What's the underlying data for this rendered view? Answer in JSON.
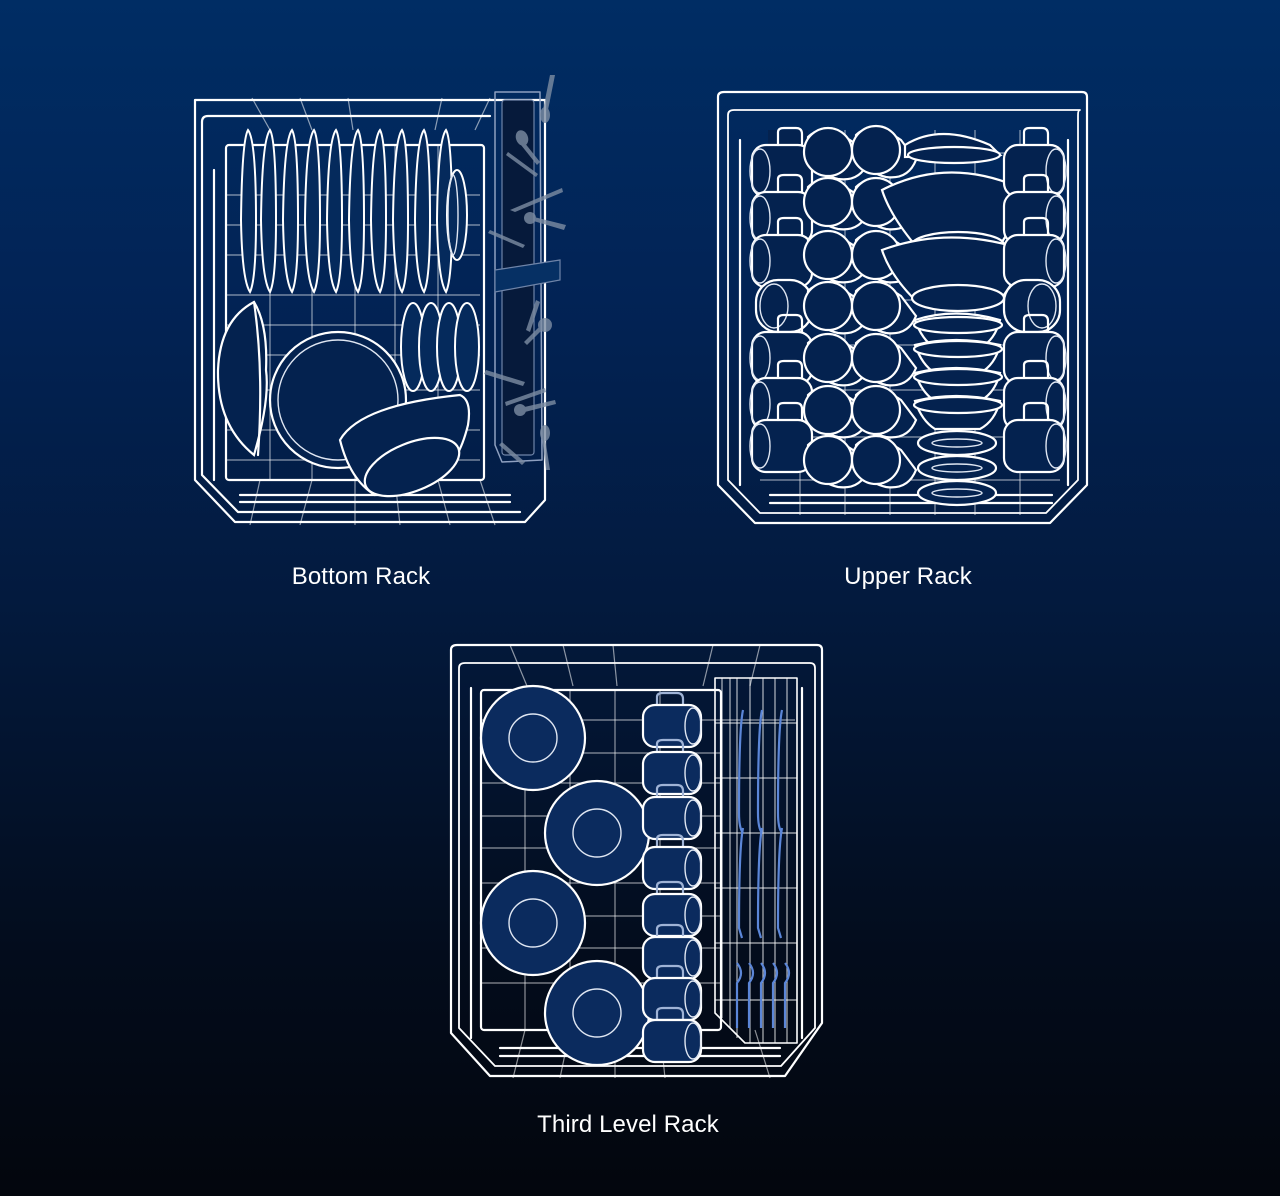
{
  "colors": {
    "background_top": "#002d64",
    "background_bottom": "#03060d",
    "line": "#ffffff",
    "dish_fill": "#04224f",
    "utensil": "#7d8da3"
  },
  "racks": [
    {
      "id": "bottom",
      "label": "Bottom Rack"
    },
    {
      "id": "upper",
      "label": "Upper Rack"
    },
    {
      "id": "third",
      "label": "Third Level Rack"
    }
  ]
}
